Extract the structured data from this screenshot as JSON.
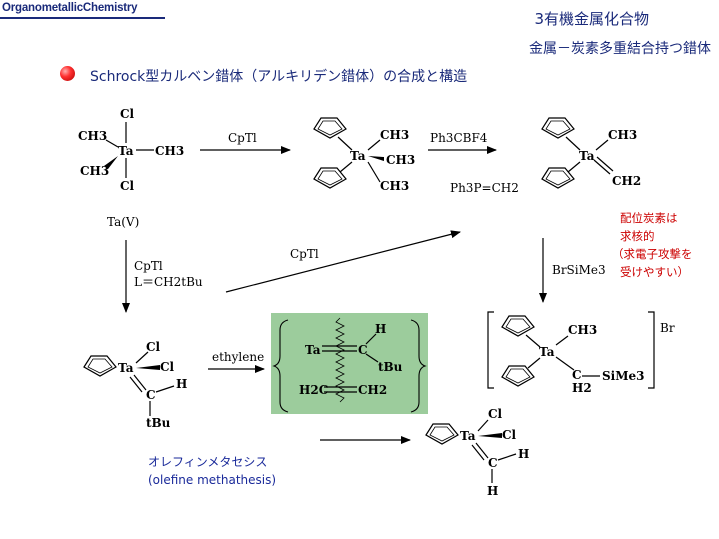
{
  "header": {
    "course": "OrganometallicChemistry",
    "title": "3有機金属化合物",
    "subtitle": "金属－炭素多重結合持つ錯体",
    "section": "Schrock型カルベン錯体（アルキリデン錯体）の合成と構造"
  },
  "labels": {
    "cl": "Cl",
    "ch3": "CH3",
    "ta": "Ta",
    "ch2": "CH2",
    "h": "H",
    "tbu": "tBu",
    "h2c": "H2C",
    "h2": "H2",
    "sime3": "SiMe3",
    "br": "Br",
    "ta_v": "Ta(V)",
    "cptl": "CpTl",
    "ph3cbf4": "Ph3CBF4",
    "ph3pch2": "Ph3P=CH2",
    "l_ch2tbu": "L＝CH2tBu",
    "brsime3": "BrSiMe3",
    "ethylene": "ethylene"
  },
  "annotations": {
    "nucleophilic": [
      "配位炭素は",
      "求核的",
      "（求電子攻撃を",
      "受けやすい）"
    ],
    "metathesis_jp": "オレフィンメタセシス",
    "metathesis_en": "(olefine methathesis)"
  },
  "colors": {
    "header": "#1a2a7a",
    "intermediate_box": "#9ccc9c",
    "annotation_red": "#cc0000",
    "annotation_blue": "#1a2a9a"
  }
}
